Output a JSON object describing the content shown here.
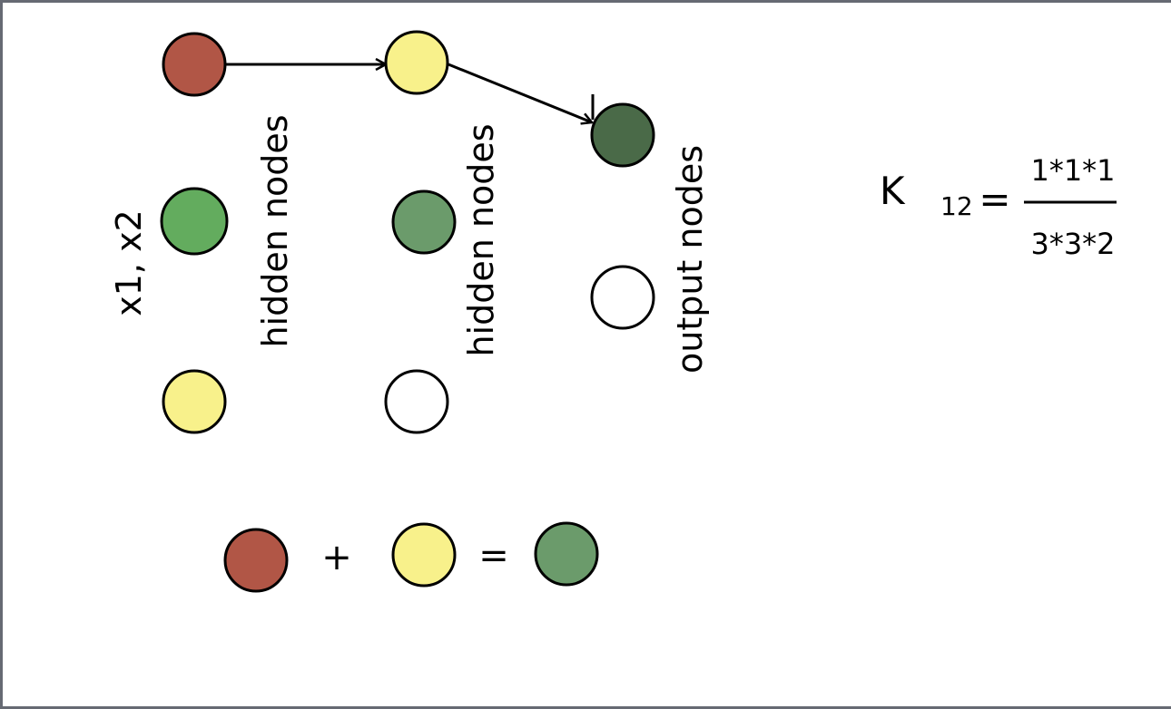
{
  "colors": {
    "red": "#b15646",
    "yellow": "#f8f18b",
    "green_bright": "#63ac5e",
    "green_muted": "#6b9b6b",
    "green_dark": "#4a6a48",
    "white": "#ffffff",
    "stroke": "#000000"
  },
  "labels": {
    "input": "x1, x2",
    "hidden1": "hidden nodes",
    "hidden2": "hidden nodes",
    "output": "output nodes"
  },
  "legend": {
    "plus": "+",
    "equals": "="
  },
  "formula": {
    "symbol": "K",
    "subscript": "12",
    "equals": "=",
    "numerator": "1*1*1",
    "denominator": "3*3*2"
  }
}
